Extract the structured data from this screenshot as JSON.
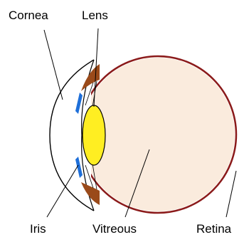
{
  "labels": {
    "cornea": "Cornea",
    "lens": "Lens",
    "iris": "Iris",
    "vitreous": "Vitreous",
    "retina": "Retina"
  },
  "colors": {
    "vitreous_fill": "#FAEBDD",
    "retina_outline": "#8B1A1A",
    "sclera_outline": "#000000",
    "cornea_fill": "#FFFFFF",
    "lens_fill": "#FFEE22",
    "iris_color": "#1E6FD9",
    "ciliary_color": "#9A4A1A",
    "leader_line": "#000000"
  }
}
